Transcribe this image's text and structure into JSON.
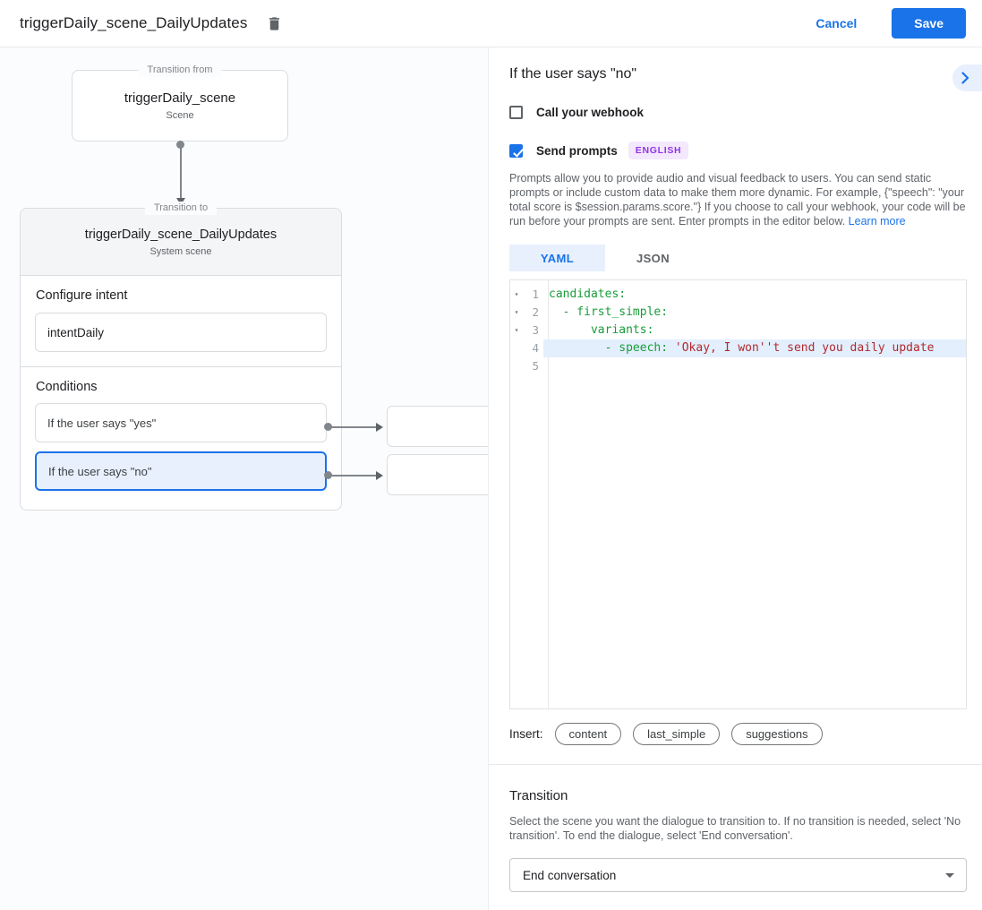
{
  "topbar": {
    "title": "triggerDaily_scene_DailyUpdates",
    "cancel_label": "Cancel",
    "save_label": "Save"
  },
  "diagram": {
    "from_box": {
      "legend": "Transition from",
      "title": "triggerDaily_scene",
      "subtitle": "Scene"
    },
    "to_box": {
      "legend": "Transition to",
      "title": "triggerDaily_scene_DailyUpdates",
      "subtitle": "System scene",
      "intent": {
        "heading": "Configure intent",
        "value": "intentDaily"
      },
      "conditions": {
        "heading": "Conditions",
        "items": [
          {
            "label": "If the user says \"yes\"",
            "selected": false
          },
          {
            "label": "If the user says \"no\"",
            "selected": true
          }
        ]
      }
    }
  },
  "panel": {
    "title": "If the user says \"no\"",
    "webhook": {
      "label": "Call your webhook",
      "checked": false
    },
    "prompts": {
      "label": "Send prompts",
      "checked": true,
      "badge": "ENGLISH"
    },
    "description": "Prompts allow you to provide audio and visual feedback to users. You can send static prompts or include custom data to make them more dynamic. For example, {\"speech\": \"your total score is $session.params.score.\"} If you choose to call your webhook, your code will be run before your prompts are sent. Enter prompts in the editor below. ",
    "learn_more_label": "Learn more",
    "tabs": [
      {
        "label": "YAML",
        "active": true
      },
      {
        "label": "JSON",
        "active": false
      }
    ],
    "editor": {
      "lines": [
        {
          "num": "1",
          "fold": true,
          "highlight": false,
          "segments": [
            {
              "text": "candidates:",
              "type": "key"
            }
          ]
        },
        {
          "num": "2",
          "fold": true,
          "highlight": false,
          "segments": [
            {
              "text": "  - first_simple:",
              "type": "key"
            }
          ]
        },
        {
          "num": "3",
          "fold": true,
          "highlight": false,
          "segments": [
            {
              "text": "      variants:",
              "type": "key"
            }
          ]
        },
        {
          "num": "4",
          "fold": false,
          "highlight": true,
          "segments": [
            {
              "text": "        - speech: ",
              "type": "key"
            },
            {
              "text": "'Okay, I won''t send you daily update",
              "type": "string"
            }
          ]
        },
        {
          "num": "5",
          "fold": false,
          "highlight": false,
          "segments": []
        }
      ]
    },
    "insert": {
      "label": "Insert:",
      "chips": [
        "content",
        "last_simple",
        "suggestions"
      ]
    },
    "transition": {
      "heading": "Transition",
      "description": "Select the scene you want the dialogue to transition to. If no transition is needed, select 'No transition'. To end the dialogue, select 'End conversation'.",
      "dropdown_value": "End conversation"
    }
  },
  "colors": {
    "accent_blue": "#1a73e8",
    "light_blue_bg": "#e8f0fe",
    "selected_condition_bg": "#e8f0fe",
    "code_key_green": "#1a9c3b",
    "code_string_red": "#b3282d",
    "code_line_highlight": "#e3effd",
    "badge_bg": "#f3e8fd",
    "badge_text": "#9334e6"
  }
}
